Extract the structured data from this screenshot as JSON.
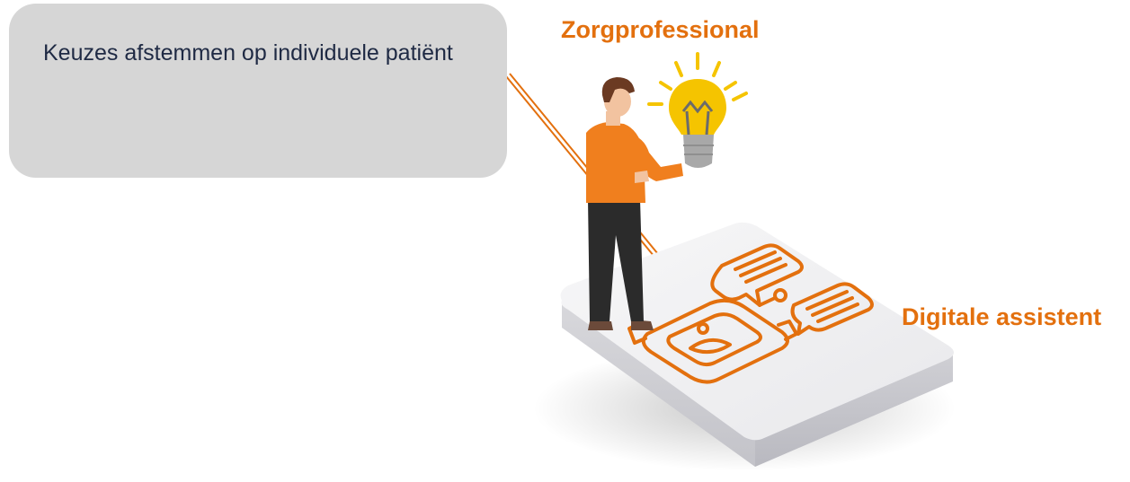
{
  "callout": {
    "text": "Keuzes afstemmen op individuele patiënt"
  },
  "labels": {
    "professional": "Zorgprofessional",
    "assistant": "Digitale assistent"
  },
  "colors": {
    "accent": "#e3700e",
    "callout_bg": "#d6d6d6",
    "callout_text": "#1f2a44",
    "platform_top": "#f1f1f3",
    "platform_side": "#c9c9cf",
    "shirt": "#f07f1e",
    "trousers": "#2b2b2b",
    "bulb": "#f5c400",
    "bulb_base": "#a8a8a8"
  },
  "icons": [
    "lightbulb-icon",
    "robot-icon",
    "speech-bubble-icon"
  ]
}
